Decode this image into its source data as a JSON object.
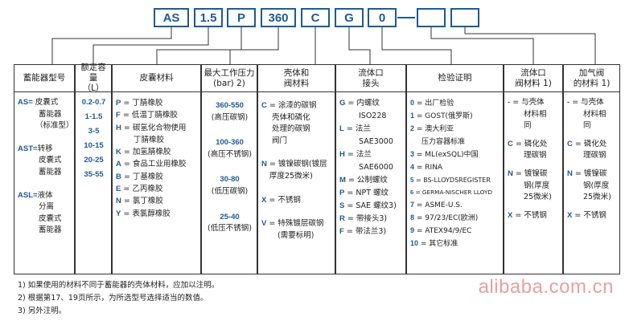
{
  "code_boxes": [
    "AS",
    "1.5",
    "P",
    "360",
    "C",
    "G",
    "0",
    "",
    ""
  ],
  "columns": {
    "model": {
      "header": "蓄能器型号",
      "entries": [
        {
          "code": "AS=",
          "lines": [
            "皮囊式",
            "蓄能器",
            "（标准型）"
          ]
        },
        {
          "code": "AST=",
          "lines": [
            "转移",
            "皮囊式",
            "蓄能器"
          ]
        },
        {
          "code": "ASL=",
          "lines": [
            "液体",
            "分离",
            "皮囊式",
            "蓄能器"
          ]
        }
      ]
    },
    "capacity": {
      "header": [
        "额定容量",
        "（L）"
      ],
      "items": [
        "0.2-0.7",
        "1-1.5",
        "3-5",
        "10-15",
        "20-25",
        "35-55"
      ]
    },
    "bladder": {
      "header": "皮囊材料",
      "items": [
        {
          "code": "P",
          "text": "= 丁腈橡胶"
        },
        {
          "code": "F",
          "text": "= 低温丁腈橡胶"
        },
        {
          "code": "H",
          "text": "= 碳氢化合物使用"
        },
        {
          "code": "",
          "text": "丁腈橡胶"
        },
        {
          "code": "K",
          "text": "= 加氢腈橡胶"
        },
        {
          "code": "A",
          "text": "= 食品工业用橡胶"
        },
        {
          "code": "B",
          "text": "= 丁基橡胶"
        },
        {
          "code": "E",
          "text": "= 乙丙橡胶"
        },
        {
          "code": "N",
          "text": "= 氯丁橡胶"
        },
        {
          "code": "Y",
          "text": "= 表氯醇橡胶"
        }
      ]
    },
    "pressure": {
      "header": [
        "最大工作压力",
        "(bar) 2)"
      ],
      "items": [
        {
          "value": "360-550",
          "note": "(高压碳钢)"
        },
        {
          "value": "100-360",
          "note": "(高压不锈钢)"
        },
        {
          "value": "30-80",
          "note": "(低压碳钢)"
        },
        {
          "value": "25-40",
          "note": "(低压不锈钢)"
        }
      ]
    },
    "shell": {
      "header": [
        "壳体和",
        "阀材料"
      ],
      "items": [
        {
          "code": "C",
          "lines": [
            "= 涂漆的碳钢",
            "壳体和磷化",
            "处理的碳钢",
            "阀门"
          ]
        },
        {
          "code": "N",
          "lines": [
            "= 镀镍碳钢(镀层",
            "厚度25微米)"
          ]
        },
        {
          "code": "X",
          "lines": [
            "= 不锈钢"
          ]
        },
        {
          "code": "V",
          "lines": [
            "= 特殊镀层碳钢",
            "(需要标明)"
          ]
        }
      ]
    },
    "fluid_port": {
      "header": [
        "流体口",
        "接头"
      ],
      "items": [
        {
          "code": "G",
          "lines": [
            "= 内螺纹",
            "ISO228"
          ]
        },
        {
          "code": "L",
          "lines": [
            "= 法兰",
            "SAE3000"
          ]
        },
        {
          "code": "H",
          "lines": [
            "= 法兰",
            "SAE6000"
          ]
        },
        {
          "code": "M",
          "lines": [
            "= 公制螺纹"
          ]
        },
        {
          "code": "P",
          "lines": [
            "= NPT 螺纹"
          ]
        },
        {
          "code": "S",
          "lines": [
            "= SAE 螺纹3)"
          ]
        },
        {
          "code": "R",
          "lines": [
            "= 带接头3)"
          ]
        },
        {
          "code": "F",
          "lines": [
            "= 带法兰3)"
          ]
        }
      ]
    },
    "certification": {
      "header": "检验证明",
      "items": [
        {
          "code": "0",
          "lines": [
            "= 出厂检验"
          ]
        },
        {
          "code": "1",
          "lines": [
            "= GOST(俄罗斯)"
          ]
        },
        {
          "code": "2",
          "lines": [
            "= 澳大利亚",
            "压力容器标准"
          ]
        },
        {
          "code": "3",
          "lines": [
            "= ML(exSQL)中国"
          ]
        },
        {
          "code": "4",
          "lines": [
            "= RINA"
          ]
        },
        {
          "code": "5",
          "lines": [
            "= BS-LLOYDSREGISTER"
          ]
        },
        {
          "code": "6",
          "lines": [
            "= GERMA-NISCHER LLOYD"
          ]
        },
        {
          "code": "7",
          "lines": [
            "= ASME-U.S."
          ]
        },
        {
          "code": "8",
          "lines": [
            "= 97/23/EC(欧洲)"
          ]
        },
        {
          "code": "9",
          "lines": [
            "= ATEX94/9/EC"
          ]
        },
        {
          "code": "10",
          "lines": [
            "= 其它标准"
          ]
        }
      ]
    },
    "fluid_valve": {
      "header": [
        "流体口",
        "阀材料 1)"
      ],
      "items": [
        {
          "code": "-",
          "lines": [
            "= 与壳体",
            "材料相",
            "同"
          ]
        },
        {
          "code": "C",
          "lines": [
            "= 磷化处",
            "理碳钢"
          ]
        },
        {
          "code": "N",
          "lines": [
            "= 镀镍碳",
            "钢(厚度",
            "25微米)"
          ]
        },
        {
          "code": "X",
          "lines": [
            "= 不锈钢"
          ]
        }
      ]
    },
    "gas_valve": {
      "header": [
        "加气阀",
        "的材料 1)"
      ],
      "items": [
        {
          "code": "-",
          "lines": [
            "= 与壳体",
            "材料相",
            "同"
          ]
        },
        {
          "code": "C",
          "lines": [
            "= 磷化处",
            "理碳钢"
          ]
        },
        {
          "code": "N",
          "lines": [
            "= 镀镍碳",
            "钢(厚度",
            "25微米)"
          ]
        },
        {
          "code": "X",
          "lines": [
            "= 不锈钢"
          ]
        }
      ]
    }
  },
  "notes": [
    "1)   如果使用的材料不同于蓄能器的壳体材料，应加以注明。",
    "2)   根据第17、19页所示，为所选型号选择适当的数值。",
    "3)   另外注明。"
  ],
  "watermark": "alibaba.com.cn",
  "colors": {
    "code_blue": "#1f5a93",
    "border": "#333333"
  }
}
